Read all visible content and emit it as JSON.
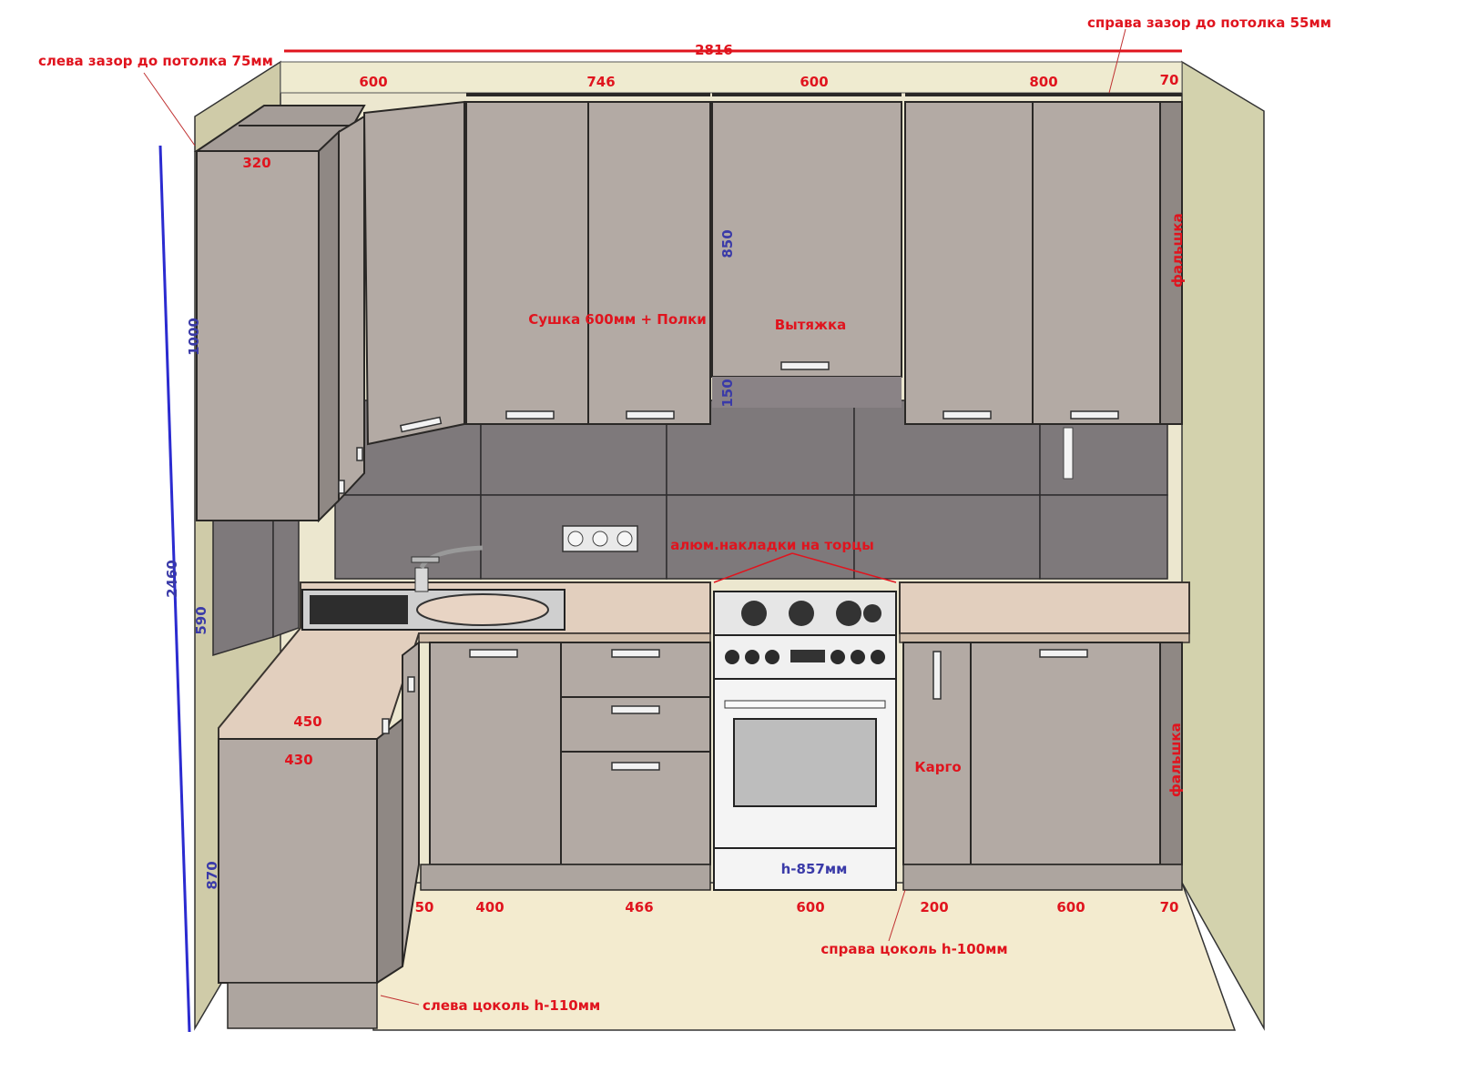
{
  "colors": {
    "cabinet": "#b3aaa4",
    "cabinet_dark": "#8f8884",
    "backsplash": "#7e797b",
    "countertop": "#e2cfbe",
    "wall": "#d6d6b0",
    "floor": "#f3ebcf",
    "annotation_red": "#e0141e",
    "annotation_blue": "#3a3aa8"
  },
  "top_dims": {
    "total": "2816",
    "d1": "600",
    "d2": "746",
    "d3": "600",
    "d4": "800",
    "d5": "70"
  },
  "notes": {
    "left_ceiling_gap": "слева зазор до потолка 75мм",
    "right_ceiling_gap": "справа зазор до потолка 55мм",
    "drying": "Сушка 600мм + Полки",
    "hood": "Вытяжка",
    "alu_trim": "алюм.накладки на торцы",
    "cargo": "Карго",
    "oven_height": "h-857мм",
    "right_plinth": "справа цоколь h-100мм",
    "left_plinth": "слева цоколь h-110мм",
    "filler_upper": "фальшка",
    "filler_lower": "фальшка"
  },
  "side_dims": {
    "upper_depth": "320",
    "total_height": "2460",
    "upper_height": "1000",
    "gap_height": "590",
    "base_height": "870",
    "hood_cabinet": "850",
    "hood_gap": "150",
    "worktop_450": "450",
    "worktop_430": "430"
  },
  "bottom_dims": {
    "b1": "50",
    "b2": "400",
    "b3": "466",
    "b4": "600",
    "b5": "200",
    "b6": "600",
    "b7": "70"
  }
}
